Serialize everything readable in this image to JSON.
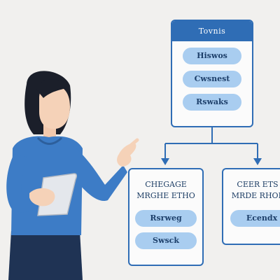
{
  "diagram": {
    "top_card": {
      "title": "Tovnis",
      "items": [
        "Hiswos",
        "Cwsnest",
        "Rswaks"
      ]
    },
    "left_card": {
      "line1": "CHEGAGE",
      "line2": "MRGHE ETHO",
      "items": [
        "Rsrweg",
        "Swsck"
      ]
    },
    "right_card": {
      "line1": "CEER ETS",
      "line2": "MRDE RHOF",
      "items": [
        "Ecendx"
      ]
    }
  },
  "colors": {
    "accent": "#2f6db5",
    "pill": "#a9cdf0",
    "background": "#f1f0ee",
    "sweater": "#3d7cc6",
    "pants": "#1f3354",
    "hair": "#1b1f2a"
  },
  "illustration": {
    "figure": "woman-presenting-with-tablet"
  }
}
